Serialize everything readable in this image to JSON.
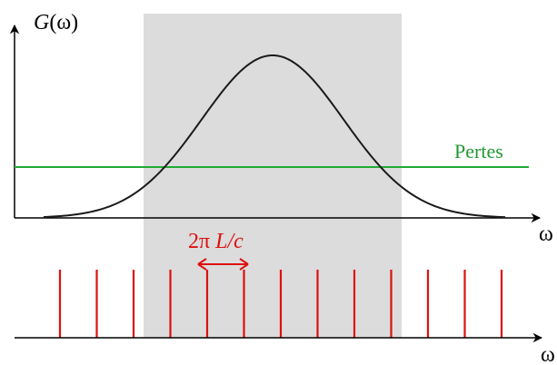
{
  "labels": {
    "gain_symbol": "G",
    "gain_arg": "(ω)",
    "losses": "Pertes",
    "spacing_prefix": "2π ",
    "spacing_var": "L/c",
    "omega_top": "ω",
    "omega_bottom": "ω"
  },
  "modes": {
    "count": 13
  },
  "colors": {
    "gain_curve": "#1a1a1a",
    "losses_line": "#22aa33",
    "losses_text": "#229933",
    "modes": "#dd1111",
    "spacing_text": "#dd1111",
    "gain_window": "#dcdcdc",
    "axes": "#000000"
  }
}
